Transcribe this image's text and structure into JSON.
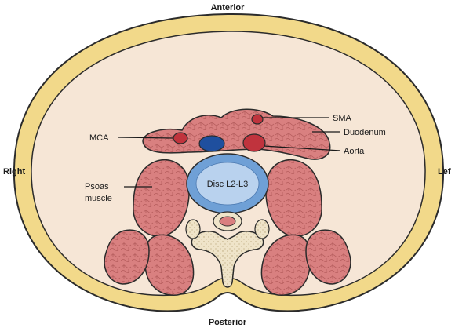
{
  "orientation": {
    "anterior": "Anterior",
    "posterior": "Posterior",
    "right": "Right",
    "left": "Lef"
  },
  "labels": {
    "sma": "SMA",
    "duodenum": "Duodenum",
    "aorta": "Aorta",
    "mca": "MCA",
    "disc": "Disc L2-L3",
    "psoas_line1": "Psoas",
    "psoas_line2": "muscle"
  },
  "colors": {
    "skin": "#f2d98a",
    "skin_stroke": "#2b2b2b",
    "cavity": "#f6e6d6",
    "muscle": "#d98080",
    "muscle_texture": "#b45b5b",
    "disc": "#6fa0d6",
    "disc_inner": "#b9d2ee",
    "bone": "#efe4c9",
    "vessel_red": "#c0333d",
    "vessel_blue": "#1f4f9e"
  }
}
